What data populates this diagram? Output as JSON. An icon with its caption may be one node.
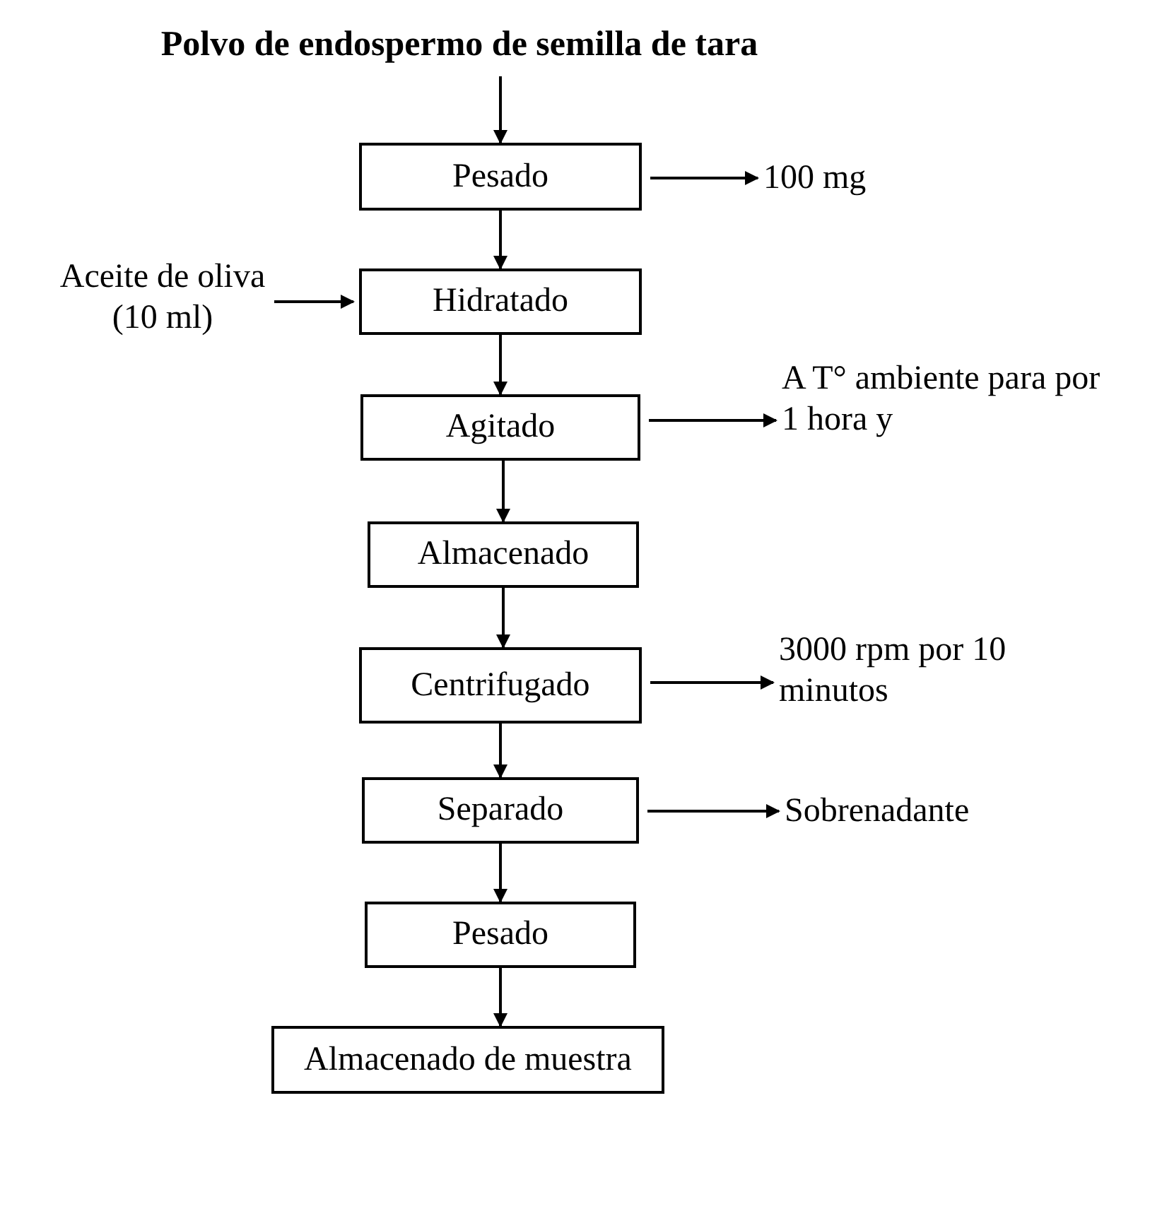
{
  "diagram": {
    "nodes": [
      {
        "text": [
          "Polvo de endospermo de semilla de tara"
        ]
      },
      {
        "text": [
          "Pesado"
        ]
      },
      {
        "text": [
          "100 mg"
        ]
      },
      {
        "text": [
          "Aceite de oliva (10 ml)"
        ]
      },
      {
        "text": [
          "Hidratado"
        ]
      },
      {
        "text": [
          "Agitado"
        ]
      },
      {
        "text": [
          "A T° ambiente para por 1 hora y"
        ]
      },
      {
        "text": [
          "Almacenado"
        ]
      },
      {
        "text": [
          "Centrifugado"
        ]
      },
      {
        "text": [
          "3000 rpm por 10 minutos"
        ]
      },
      {
        "text": [
          "Separado"
        ]
      },
      {
        "text": [
          "Sobrenadante"
        ]
      },
      {
        "text": [
          "Pesado"
        ]
      },
      {
        "text": [
          "Almacenado de muestra"
        ]
      }
    ],
    "edges": [
      {
        "from": 0,
        "to": 1,
        "arrow": "to"
      },
      {
        "from": 1,
        "to": 2,
        "arrow": "to"
      },
      {
        "from": 1,
        "to": 4,
        "arrow": "to"
      },
      {
        "from": 3,
        "to": 4,
        "arrow": "to"
      },
      {
        "from": 4,
        "to": 5,
        "arrow": "to"
      },
      {
        "from": 5,
        "to": 6,
        "arrow": "to"
      },
      {
        "from": 5,
        "to": 7,
        "arrow": "to"
      },
      {
        "from": 7,
        "to": 8,
        "arrow": "to"
      },
      {
        "from": 8,
        "to": 9,
        "arrow": "to"
      },
      {
        "from": 8,
        "to": 10,
        "arrow": "to"
      },
      {
        "from": 10,
        "to": 11,
        "arrow": "to"
      },
      {
        "from": 10,
        "to": 12,
        "arrow": "to"
      },
      {
        "from": 12,
        "to": 13,
        "arrow": "to"
      }
    ]
  }
}
